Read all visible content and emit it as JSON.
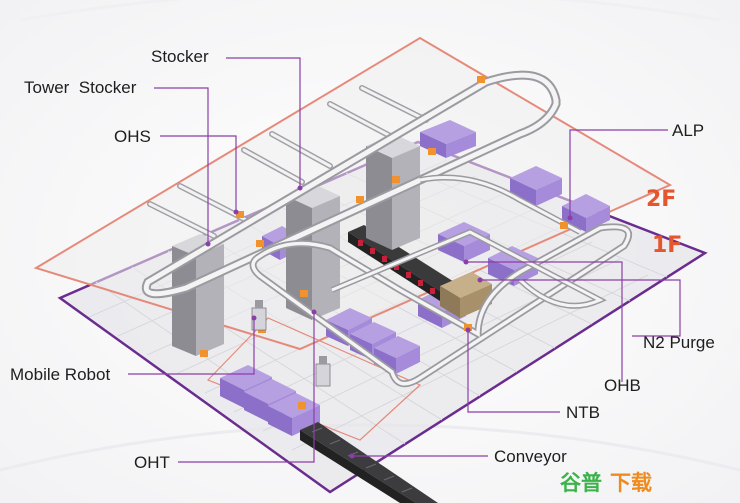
{
  "labels": {
    "stocker": "Stocker",
    "tower_stocker": "Tower  Stocker",
    "ohs": "OHS",
    "alp": "ALP",
    "floor_2f": "2F",
    "floor_1f": "1F",
    "n2_purge": "N2 Purge",
    "ohb": "OHB",
    "mobile_robot": "Mobile Robot",
    "ntb": "NTB",
    "oht": "OHT",
    "conveyor": "Conveyor"
  },
  "watermark": {
    "text_a": "谷普",
    "text_b": "下载"
  },
  "colors": {
    "floor_2f_border": "#e58a7a",
    "floor_1f_border": "#6a2c8e",
    "leader_line": "#8a3fa8",
    "tool_purple": "#9b7ed2",
    "floor_label": "#e4572e"
  }
}
